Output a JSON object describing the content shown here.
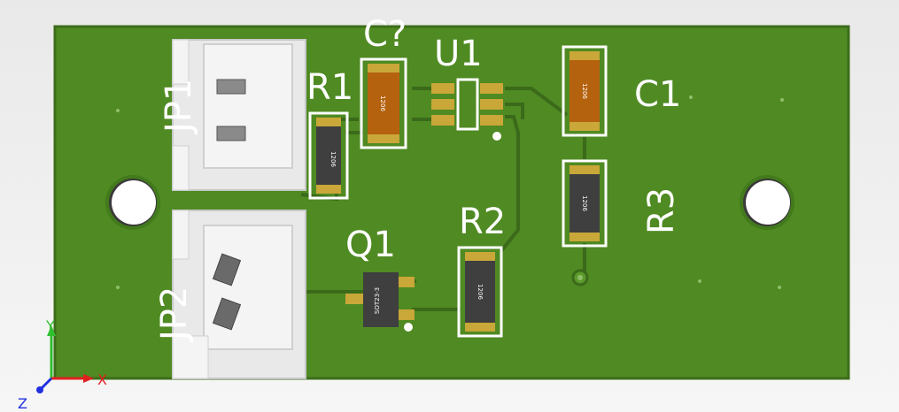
{
  "board": {
    "colors": {
      "board": "#4f8a22",
      "copper_trace": "#3b6a1a",
      "pad": "#c9a738",
      "silk": "#ffffff",
      "body_dark": "#3f3f3f",
      "body_tan": "#b5620f",
      "connector": "#eeeeee"
    }
  },
  "designators": {
    "jp1": "JP1",
    "jp2": "JP2",
    "r1": "R1",
    "r2": "R2",
    "r3": "R3",
    "c1": "C1",
    "c_unknown": "C?",
    "u1": "U1",
    "q1": "Q1"
  },
  "package_labels": {
    "r1": "1206",
    "r2": "1206",
    "r3": "1206",
    "c1": "1206",
    "c_unknown": "1206",
    "q1": "SOT23-3"
  },
  "axes": {
    "x": "X",
    "y": "Y",
    "z": "Z",
    "colors": {
      "x": "#e02020",
      "y": "#2fbf2f",
      "z": "#2030e0"
    }
  }
}
